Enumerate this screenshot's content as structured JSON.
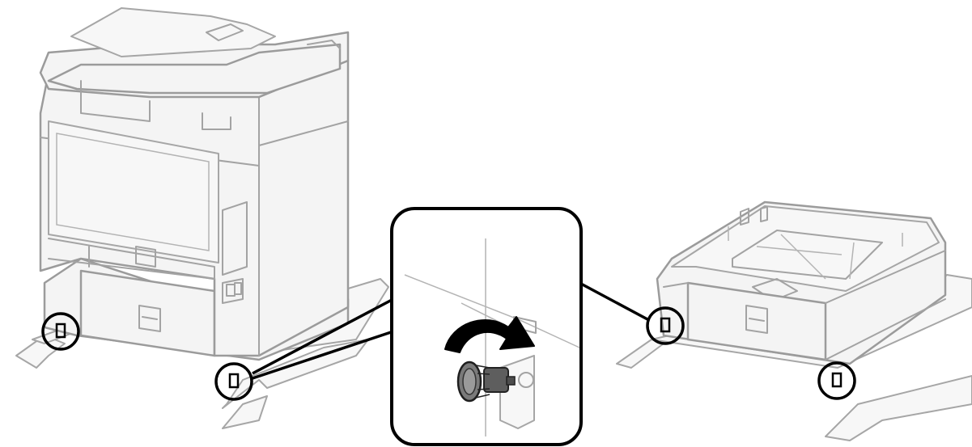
{
  "figure": {
    "description_icon": "printer-optional-cassette-removal-diagram",
    "colors": {
      "outline": "#9b9b9b",
      "fill": "#f4f4f4",
      "callout": "#000000",
      "knob": "#6e6e6e",
      "arrow": "#000000"
    },
    "elements": [
      "printer-with-cassette-unit",
      "detached-cassette-unit",
      "screw-location-highlights",
      "zoom-inset-knob",
      "rotation-arrow-icon"
    ]
  }
}
